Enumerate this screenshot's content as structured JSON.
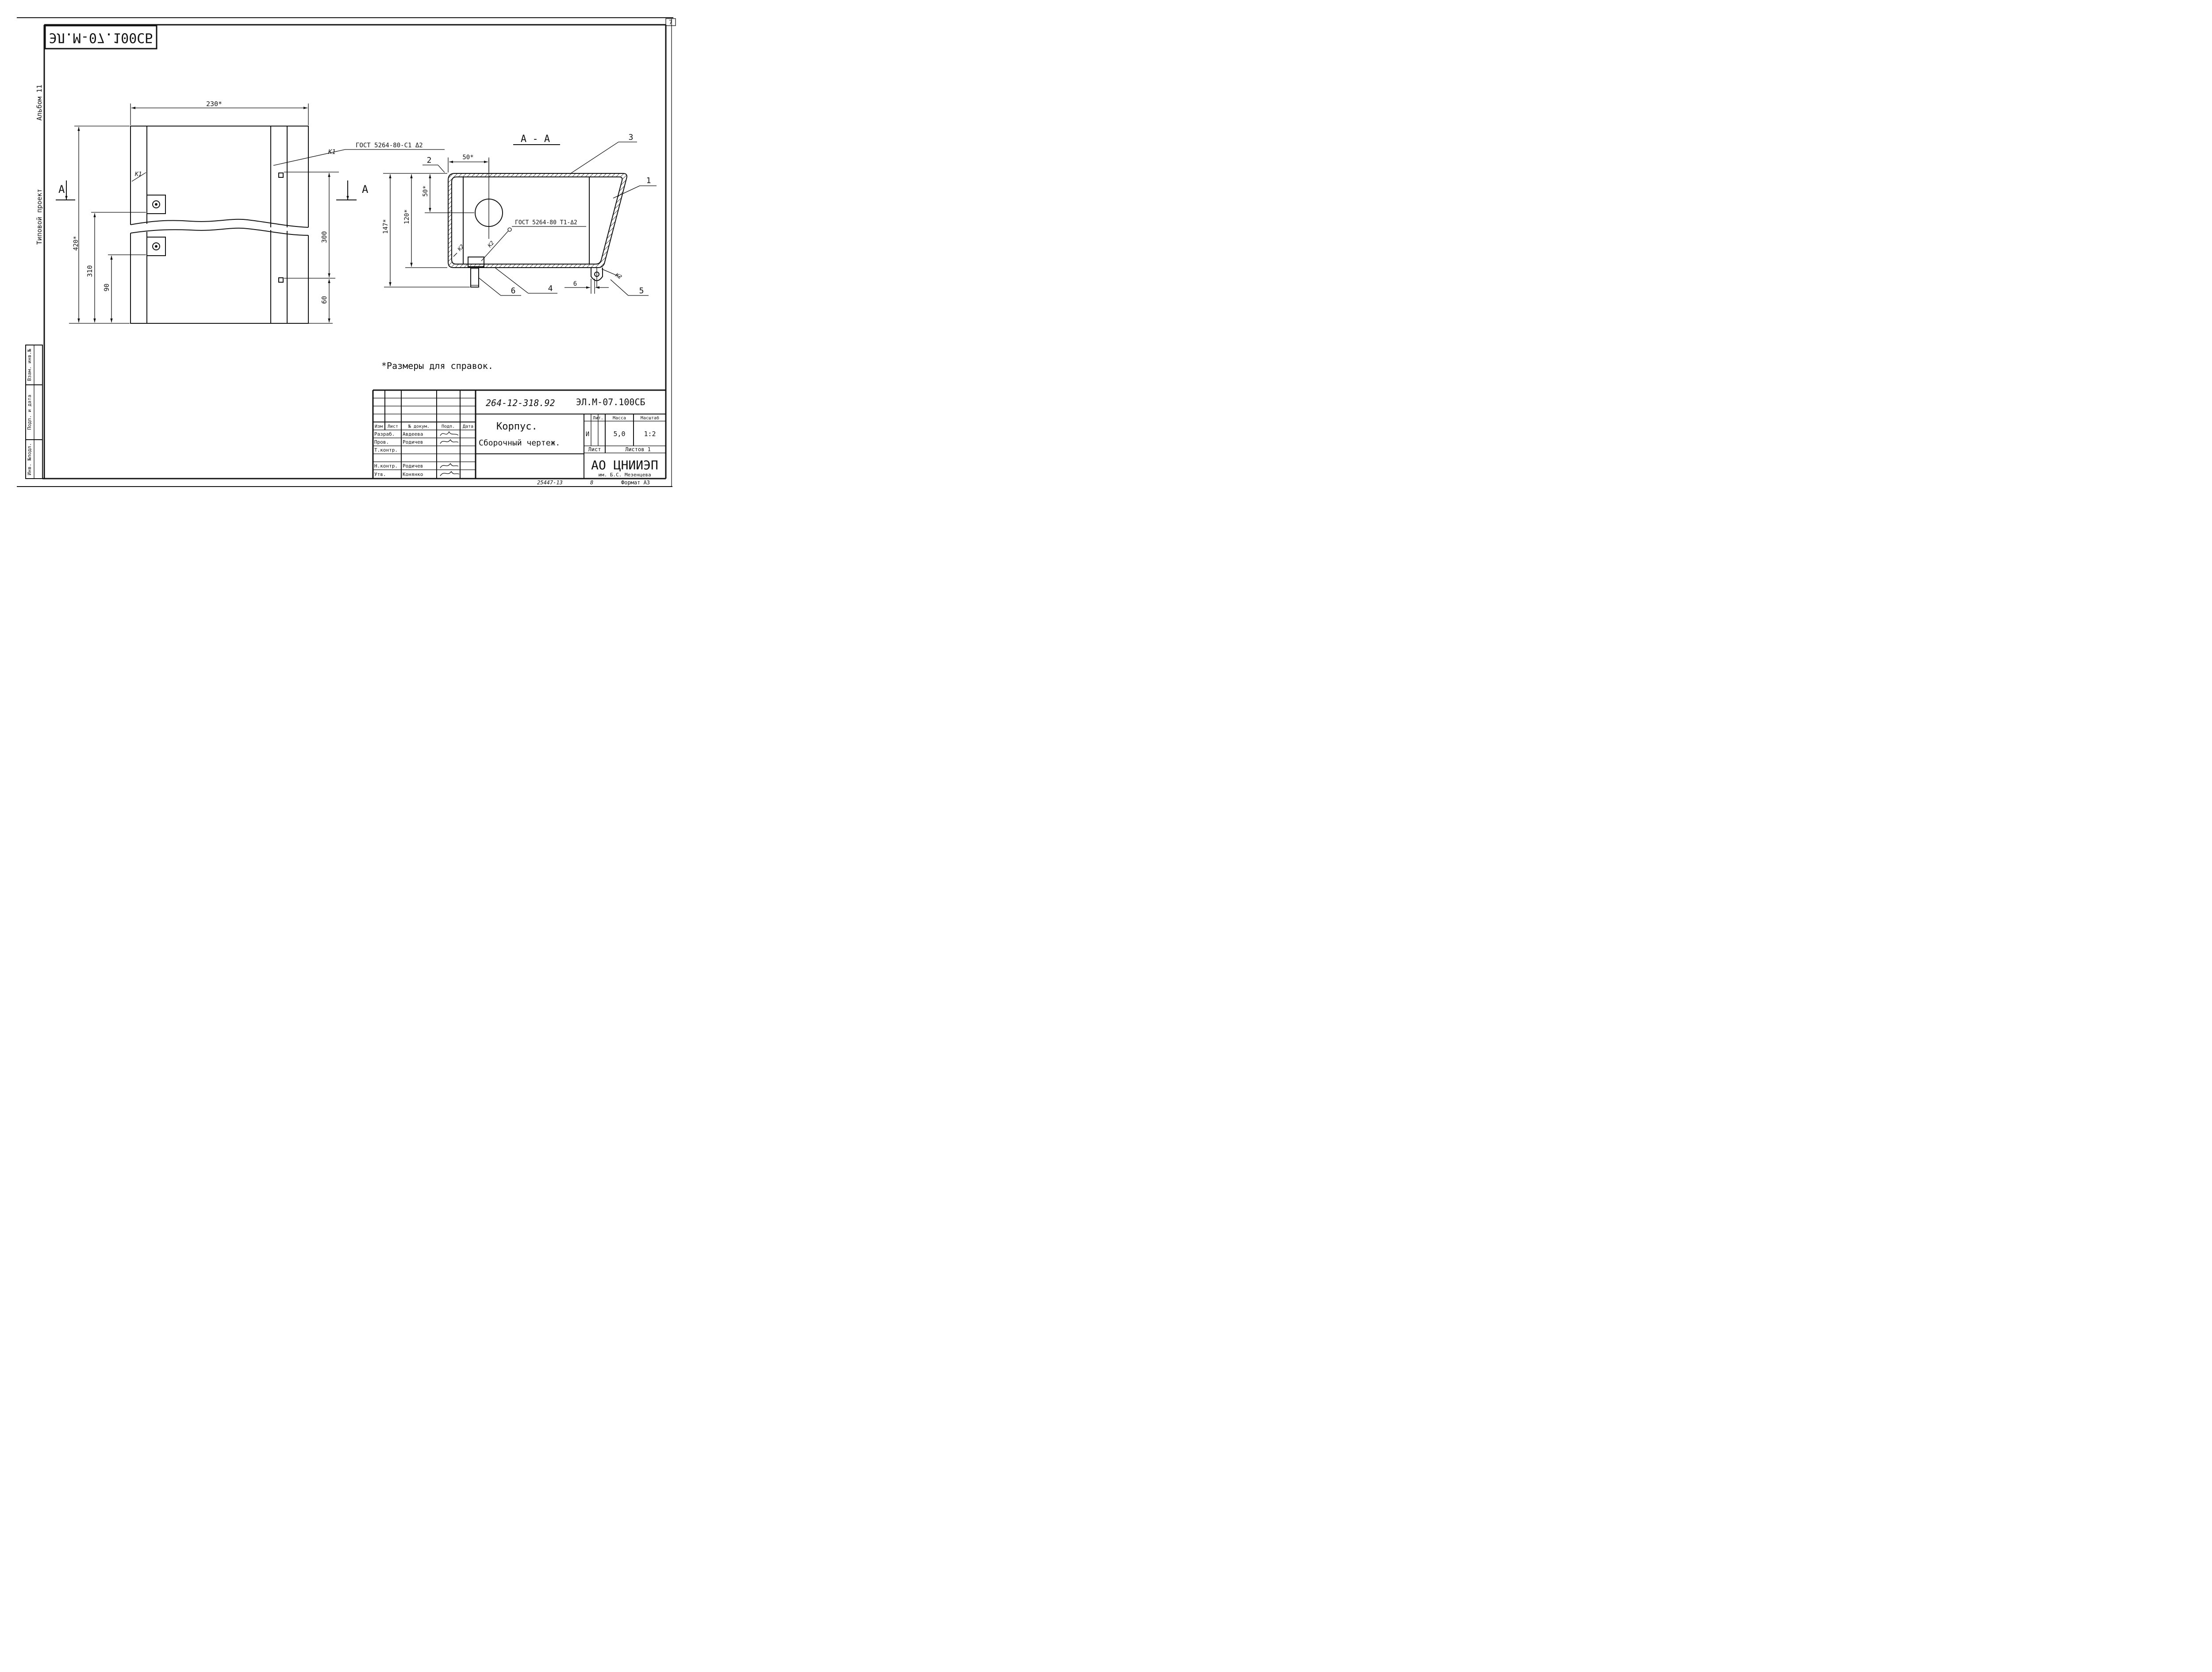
{
  "sheet": {
    "page_number": "7",
    "mirrored_code": "ЭЛ.М-07.100СБ",
    "side": {
      "album": "Альбом 11",
      "project": "Типовой проект",
      "stamp_cells": [
        "Инв. №подл.",
        "Подп. и дата",
        "Взам. инв.№"
      ]
    }
  },
  "front_view": {
    "dims": {
      "width": "230*",
      "height": "420*",
      "h310": "310",
      "h90": "90",
      "h300": "300",
      "h60": "60"
    },
    "weld_k1_left": "К1",
    "weld_k1_right": "К1",
    "weld_spec": "ГОСТ 5264-80-С1 Δ2",
    "section_mark": "А"
  },
  "section_view": {
    "title": "А - А",
    "dims": {
      "w50": "50*",
      "h50": "50*",
      "h120": "120*",
      "h147": "147*",
      "w6": "6"
    },
    "weld_spec": "ГОСТ 5264-80 Т1-Δ2",
    "weld_k2": [
      "К2",
      "К2",
      "К2"
    ],
    "positions": [
      "1",
      "2",
      "3",
      "4",
      "5",
      "6"
    ]
  },
  "note": "*Размеры для справок.",
  "title_block": {
    "project_no": "264-12-318.92",
    "doc_code": "ЭЛ.М-07.100СБ",
    "name_line1": "Корпус.",
    "name_line2": "Сборочный чертеж.",
    "header": {
      "izm": "Изм",
      "list": "Лист",
      "doc": "№ докум.",
      "sign": "Подп.",
      "date": "Дата"
    },
    "people": [
      {
        "role": "Разраб.",
        "name": "Авдеева"
      },
      {
        "role": "Пров.",
        "name": "Родичев"
      },
      {
        "role": "Т.контр.",
        "name": ""
      },
      {
        "role": "",
        "name": ""
      },
      {
        "role": "Н.контр.",
        "name": "Родичев"
      },
      {
        "role": "Утв.",
        "name": "Конянко"
      }
    ],
    "lit_label": "Лит.",
    "mass_label": "Масса",
    "scale_label": "Масштаб",
    "lit_value": "И",
    "mass_value": "5,0",
    "scale_value": "1:2",
    "sheet_label": "Лист",
    "sheets_label": "Листов 1",
    "org_name": "АО ЦНИИЭП",
    "org_sub": "им. Б.С. Мезенцева",
    "copy_no": "25447-13",
    "copy_sheet": "8",
    "format": "Формат А3"
  }
}
